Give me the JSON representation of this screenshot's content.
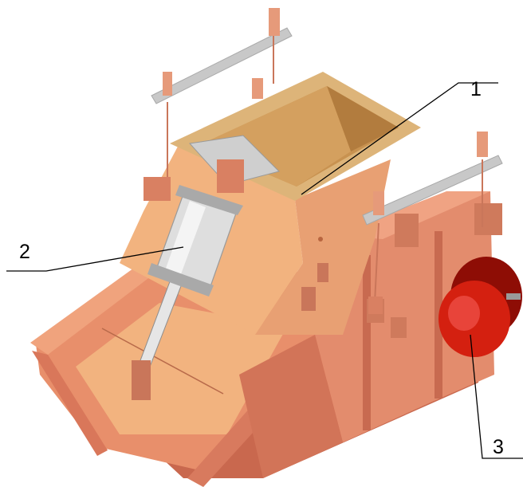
{
  "callouts": [
    {
      "label": "1"
    },
    {
      "label": "2"
    },
    {
      "label": "3"
    }
  ],
  "colors": {
    "body_front": "#f2b37f",
    "body_side": "#e88f6b",
    "body_dark": "#c9684e",
    "hopper_top": "#ddb479",
    "hopper_inner": "#c89250",
    "hopper_rim": "#e8c79a",
    "cylinder": "#d7d7d7",
    "cylinder_dark": "#9a9a9a",
    "bar": "#c8c8c8",
    "motor": "#d42010",
    "motor_dark": "#8e0d05",
    "leader_line": "#000000",
    "background": "#ffffff"
  }
}
